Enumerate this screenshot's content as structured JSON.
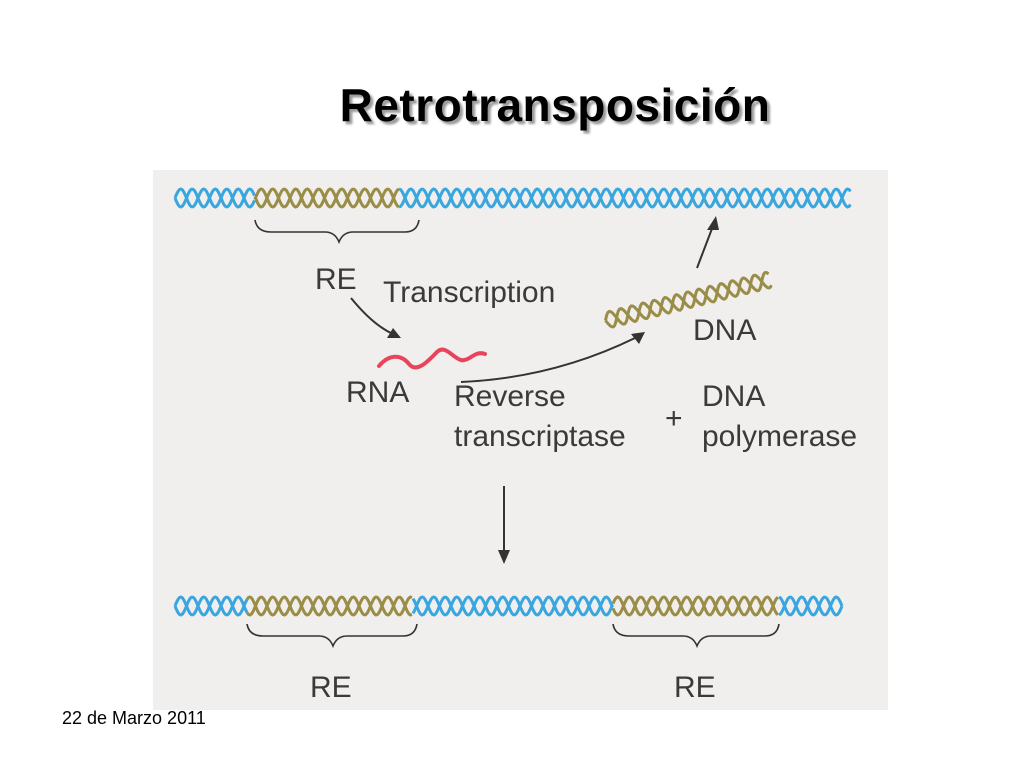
{
  "title": "Retrotransposición",
  "footer": {
    "date": "22 de Marzo 2011"
  },
  "diagram": {
    "labels": {
      "re_top": "RE",
      "transcription": "Transcription",
      "dna": "DNA",
      "rna": "RNA",
      "reverse": "Reverse",
      "transcriptase": "transcriptase",
      "plus": "+",
      "dna2": "DNA",
      "polymerase": "polymerase",
      "re_bottom_left": "RE",
      "re_bottom_right": "RE"
    },
    "colors": {
      "host_dna": "#3aa6e0",
      "retroelement": "#9a8d48",
      "rna": "#e8455c",
      "arrow": "#333333",
      "panel": "#f0efed"
    }
  }
}
